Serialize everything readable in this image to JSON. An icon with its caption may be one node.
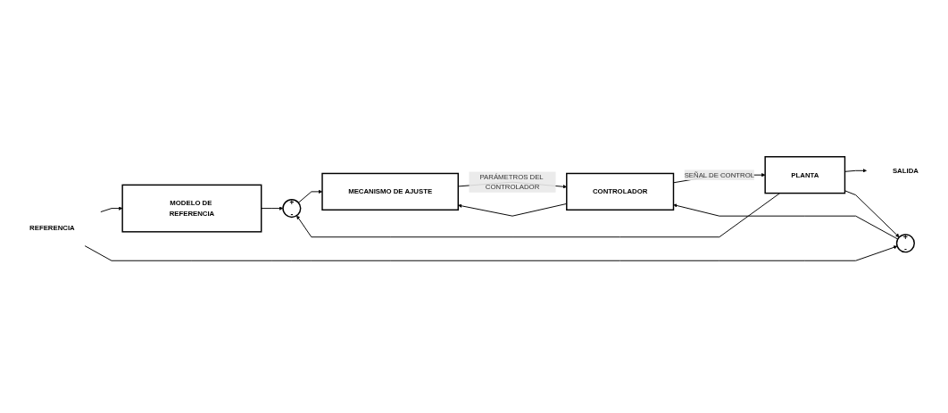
{
  "diagram": {
    "nodes": [
      {
        "text": [
          "MODELO DE REFERENCIA"
        ]
      },
      {
        "text": [
          "+",
          "-"
        ]
      },
      {
        "text": [
          "MECANISMO DE AJUSTE"
        ]
      },
      {
        "text": [
          "+",
          "-"
        ]
      },
      {
        "text": [
          "CONTROLADOR"
        ]
      },
      {
        "text": [
          "PLANTA"
        ]
      },
      {
        "text": [
          "SALIDA"
        ]
      },
      {
        "text": [
          "REFERENCIA"
        ]
      }
    ],
    "edges": [
      {
        "from": 7,
        "to": 0,
        "arrow": "to"
      },
      {
        "from": 7,
        "to": 3,
        "arrow": "to"
      },
      {
        "from": 0,
        "to": 1,
        "arrow": "to"
      },
      {
        "from": 3,
        "to": 4,
        "arrow": "to"
      },
      {
        "from": 4,
        "to": 5,
        "label": "SEÑAL DE CONTROL",
        "arrow": "to"
      },
      {
        "from": 4,
        "to": 2,
        "arrow": "to"
      },
      {
        "from": 5,
        "to": 6,
        "arrow": "to"
      },
      {
        "from": 5,
        "to": 1,
        "arrow": "to"
      },
      {
        "from": 5,
        "to": 3,
        "arrow": "to"
      },
      {
        "from": 1,
        "to": 2,
        "arrow": "to"
      },
      {
        "from": 2,
        "to": 4,
        "label": "PARÁMETROS DEL CONTROLADOR",
        "arrow": "to"
      }
    ]
  }
}
